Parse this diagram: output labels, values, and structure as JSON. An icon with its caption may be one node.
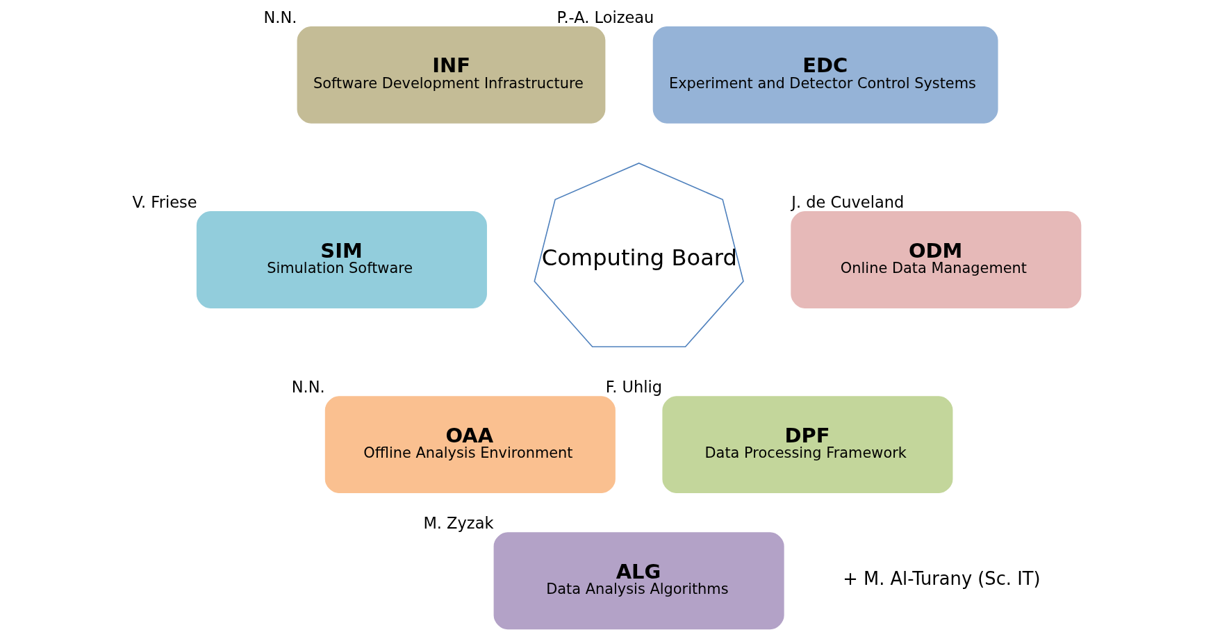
{
  "diagram": {
    "nodes": [
      {
        "text": [
          "INF",
          "Software Development Infrastructure"
        ],
        "beside": [
          "N.N."
        ]
      },
      {
        "text": [
          "EDC",
          "Experiment and Detector Control Systems"
        ],
        "beside": [
          "P.-A. Loizeau"
        ]
      },
      {
        "text": [
          "SIM",
          "Simulation Software"
        ],
        "beside": [
          "V. Friese"
        ]
      },
      {
        "text": [
          "Computing Board"
        ]
      },
      {
        "text": [
          "ODM",
          "Online Data Management"
        ],
        "beside": [
          "J. de Cuveland"
        ]
      },
      {
        "text": [
          "OAA",
          "Offline Analysis Environment"
        ],
        "beside": [
          "N.N."
        ]
      },
      {
        "text": [
          "DPF",
          "Data Processing Framework"
        ],
        "beside": [
          "F. Uhlig"
        ]
      },
      {
        "text": [
          "ALG",
          "Data Analysis Algorithms"
        ],
        "beside": [
          "M. Zyzak"
        ]
      }
    ],
    "labels": [
      "+ M. Al-Turany (Sc. IT)"
    ]
  }
}
